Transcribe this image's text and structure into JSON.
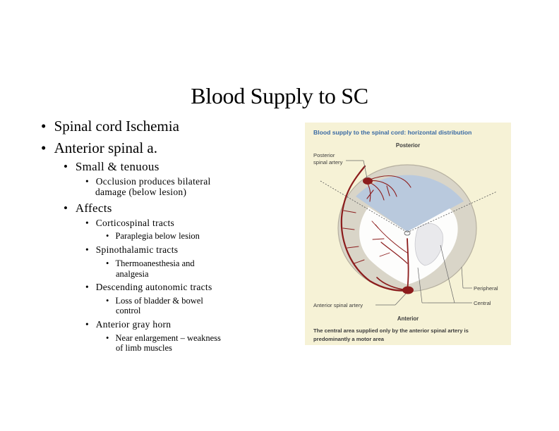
{
  "slide": {
    "title": "Blood Supply to SC",
    "bullets": {
      "b1": "Spinal cord Ischemia",
      "b2": "Anterior spinal a.",
      "b2_1": "Small & tenuous",
      "b2_1_1_line1": "Occlusion produces bilateral",
      "b2_1_1_line2": "damage (below lesion)",
      "b2_2": "Affects",
      "b2_2_1": "Corticospinal tracts",
      "b2_2_1_1": "Paraplegia below lesion",
      "b2_2_2": "Spinothalamic tracts",
      "b2_2_2_1_line1": "Thermoanesthesia and",
      "b2_2_2_1_line2": "analgesia",
      "b2_2_3": "Descending autonomic tracts",
      "b2_2_3_1_line1": "Loss of bladder & bowel",
      "b2_2_3_1_line2": "control",
      "b2_2_4": "Anterior gray horn",
      "b2_2_4_1_line1": "Near enlargement – weakness",
      "b2_2_4_1_line2": "of limb muscles"
    },
    "bullet_glyph": "•"
  },
  "figure": {
    "title": "Blood supply to the spinal cord: horizontal distribution",
    "posterior": "Posterior",
    "posterior_spinal_artery_line1": "Posterior",
    "posterior_spinal_artery_line2": "spinal artery",
    "anterior_spinal_artery": "Anterior spinal artery",
    "peripheral": "Peripheral",
    "central": "Central",
    "anterior": "Anterior",
    "caption_line1": "The central area supplied only by the anterior spinal artery is",
    "caption_line2": "predominantly a motor area",
    "colors": {
      "panel_bg": "#f6f2d6",
      "title_blue": "#3a6aa3",
      "posterior_region": "#b7c8de",
      "white_matter": "#d9d5c8",
      "central_area": "#ffffff",
      "artery": "#8c1c1c",
      "label_text": "#3c3c3c"
    }
  }
}
